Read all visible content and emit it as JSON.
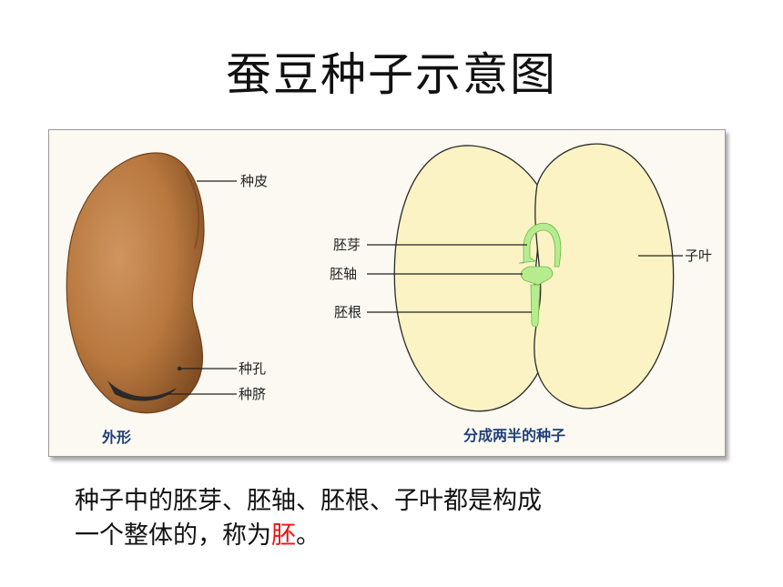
{
  "title": "蚕豆种子示意图",
  "figure": {
    "left_labels": [
      "种皮",
      "种孔",
      "种脐"
    ],
    "left_caption": "外形",
    "right_labels": [
      "胚芽",
      "胚轴",
      "胚根",
      "子叶"
    ],
    "right_caption": "分成两半的种子"
  },
  "description": {
    "line1": "种子中的胚芽、胚轴、胚根、子叶都是构成",
    "line2_prefix": "一个整体的，称为",
    "highlight": "胚",
    "line2_suffix": "。"
  },
  "colors": {
    "seed_coat": "#b8783e",
    "seed_coat_dark": "#7d4a22",
    "hilum": "#2a2a2a",
    "cotyledon": "#fbf3c4",
    "embryo": "#b6ec8e",
    "caption_text": "#1f3f7a",
    "highlight_text": "#ee1111"
  }
}
